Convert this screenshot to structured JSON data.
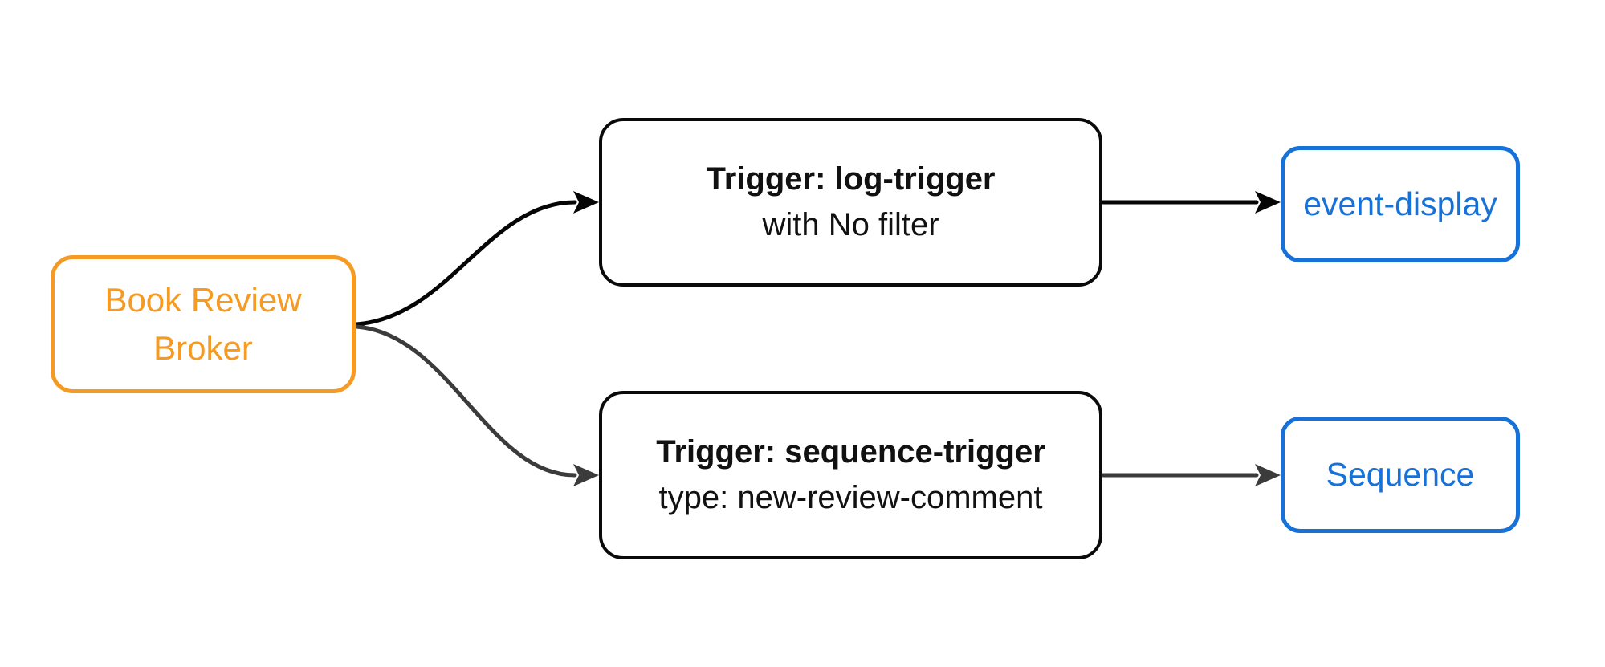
{
  "diagram": {
    "broker": {
      "label": "Book Review Broker"
    },
    "triggers": [
      {
        "title": "Trigger: log-trigger",
        "subtitle": "with No filter"
      },
      {
        "title": "Trigger: sequence-trigger",
        "subtitle": "type: new-review-comment"
      }
    ],
    "sinks": [
      {
        "label": "event-display"
      },
      {
        "label": "Sequence"
      }
    ]
  },
  "colors": {
    "background": "#FFFFFF",
    "broker_accent": "#F59A23",
    "sink_accent": "#1671D8",
    "trigger_border": "#0A0A0A",
    "trigger_text": "#111111",
    "edge_primary": "#050505",
    "edge_secondary": "#3B3B3B"
  }
}
